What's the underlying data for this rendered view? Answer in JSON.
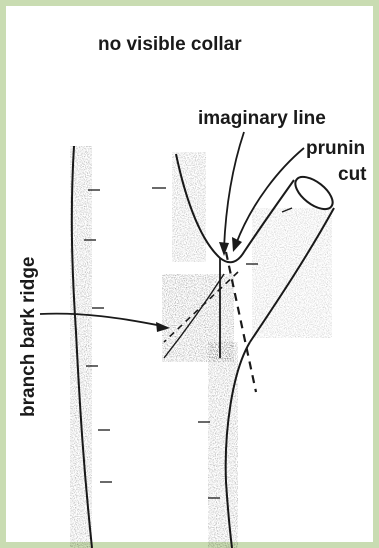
{
  "title": "no visible collar",
  "labels": {
    "imaginary_line": "imaginary line",
    "pruning": "prunin",
    "cut": "cut",
    "branch_bark_ridge": "branch bark ridge"
  },
  "colors": {
    "background": "#c9dcb2",
    "ink": "#1a1a1a",
    "paper": "#ffffff"
  }
}
